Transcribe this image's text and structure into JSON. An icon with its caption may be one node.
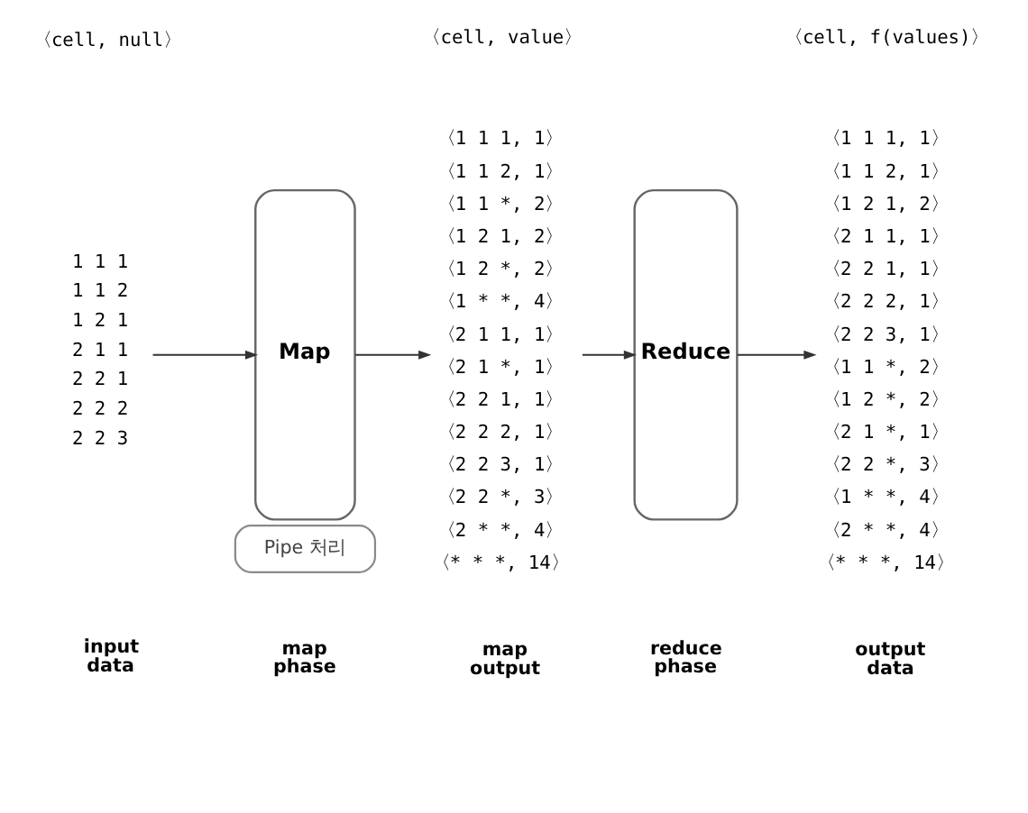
{
  "diagram": {
    "nodes": [
      {
        "text": [
          "1 1 1",
          "1 1 2",
          "1 2 1",
          "2 1 1",
          "2 2 1",
          "2 2 2",
          "2 2 3"
        ],
        "beside": [
          "〈cell, null〉",
          "input data"
        ]
      },
      {
        "text": [
          "Map"
        ]
      },
      {
        "text": [
          "Pipe 처리"
        ]
      },
      {
        "text": [
          "〈1 1 1, 1〉",
          "〈1 1 2, 1〉",
          "〈1 1 *, 2〉",
          "〈1 2 1, 2〉",
          "〈1 2 *, 2〉",
          "〈1 * *, 4〉",
          "〈2 1 1, 1〉",
          "〈2 1 *, 1〉",
          "〈2 2 1, 1〉",
          "〈2 2 2, 1〉",
          "〈2 2 3, 1〉",
          "〈2 2 *, 3〉",
          "〈2 * *, 4〉",
          "〈* * *, 14〉"
        ],
        "beside": [
          "〈cell, value〉",
          "map output"
        ]
      },
      {
        "text": [
          "Reduce"
        ]
      },
      {
        "text": [
          "〈1 1 1, 1〉",
          "〈1 1 2, 1〉",
          "〈1 2 1, 2〉",
          "〈2 1 1, 1〉",
          "〈2 2 1, 1〉",
          "〈2 2 2, 1〉",
          "〈2 2 3, 1〉",
          "〈1 1 *, 2〉",
          "〈1 2 *, 2〉",
          "〈2 1 *, 1〉",
          "〈2 2 *, 3〉",
          "〈1 * *, 4〉",
          "〈2 * *, 4〉",
          "〈* * *, 14〉"
        ],
        "beside": [
          "〈cell, f(values)〉",
          "output data"
        ]
      }
    ],
    "edges": [
      {
        "from": 0,
        "to": 1,
        "arrow": "to"
      },
      {
        "from": 1,
        "to": 3,
        "arrow": "to"
      },
      {
        "from": 3,
        "to": 4,
        "arrow": "to"
      },
      {
        "from": 4,
        "to": 5,
        "arrow": "to"
      }
    ],
    "labels": [
      "map phase",
      "reduce phase"
    ]
  }
}
